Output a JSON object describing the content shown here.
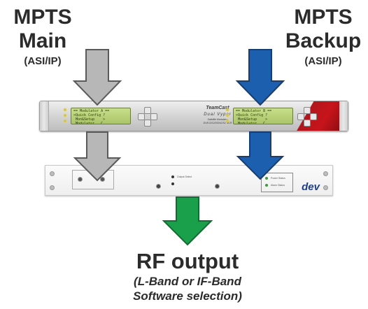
{
  "labels": {
    "main": {
      "line1": "MPTS",
      "line2": "Main",
      "line3": "(ASI/IP)"
    },
    "backup": {
      "line1": "MPTS",
      "line2": "Backup",
      "line3": "(ASI/IP)"
    },
    "output": {
      "title": "RF output",
      "sub1": "(L-Band or IF-Band",
      "sub2": "Software selection)"
    }
  },
  "device_top": {
    "brand": "TeamCast",
    "model": "Dual Vyper",
    "desc1": "Satellite Modulator",
    "desc2": "DVB-S/S2/DSNG/S2 NCR",
    "lcd_left": "== Modulator A ==\n>Quick Config ?\n Mon&Setup    >\n Modulator   C",
    "lcd_right": "== Modulator B ==\n>Quick Config ?\n Mon&Setup    >\n Modulator   C"
  },
  "device_bottom": {
    "brand": "dev",
    "button_label": "Output Select",
    "status1": "Power Status",
    "status2": "Alarm Status"
  },
  "colors": {
    "gray_arrow": "#b7b7b7",
    "blue_arrow": "#1c5fae",
    "green_arrow": "#1aa04a",
    "accent_red": "#c8141b"
  }
}
